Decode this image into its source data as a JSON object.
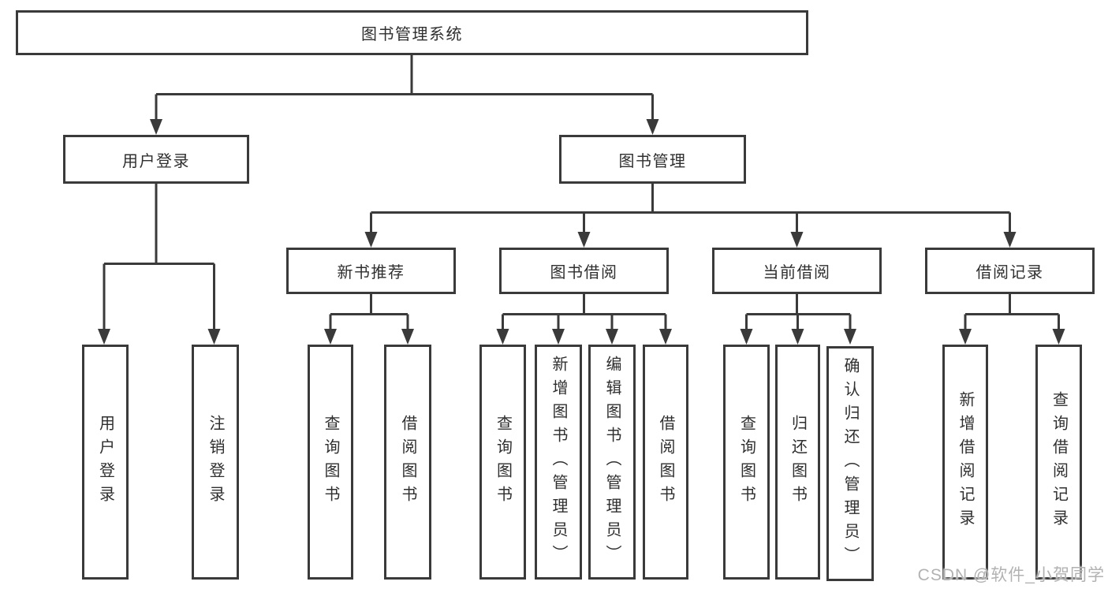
{
  "diagram": {
    "root": {
      "label": "图书管理系统"
    },
    "branches": [
      {
        "label": "用户登录",
        "children": [
          {
            "label": "用户登录"
          },
          {
            "label": "注销登录"
          }
        ]
      },
      {
        "label": "图书管理",
        "children": [
          {
            "label": "新书推荐",
            "children": [
              {
                "label": "查询图书"
              },
              {
                "label": "借阅图书"
              }
            ]
          },
          {
            "label": "图书借阅",
            "children": [
              {
                "label": "查询图书"
              },
              {
                "label": "新增图书（管理员）"
              },
              {
                "label": "编辑图书（管理员）"
              },
              {
                "label": "借阅图书"
              }
            ]
          },
          {
            "label": "当前借阅",
            "children": [
              {
                "label": "查询图书"
              },
              {
                "label": "归还图书"
              },
              {
                "label": "确认归还（管理员）"
              }
            ]
          },
          {
            "label": "借阅记录",
            "children": [
              {
                "label": "新增借阅记录"
              },
              {
                "label": "查询借阅记录"
              }
            ]
          }
        ]
      }
    ]
  },
  "watermark": {
    "text": "CSDN @软件_小贺同学"
  },
  "colors": {
    "line": "#3a3a3a",
    "box_border": "#3a3a3a",
    "text": "#2f2f2f",
    "watermark": "#b2b2b2",
    "background": "#ffffff"
  }
}
